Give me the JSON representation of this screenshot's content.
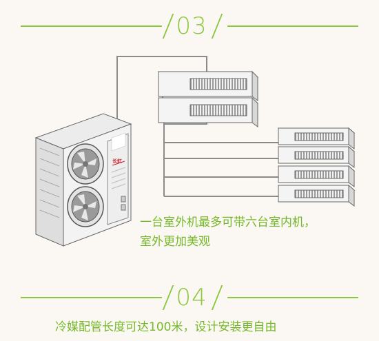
{
  "step_03": {
    "number": "03"
  },
  "step_04": {
    "number": "04"
  },
  "caption_03": {
    "line1": "一台室外机最多可带六台室内机，",
    "line2": "室外更加美观"
  },
  "caption_04": {
    "text": "冷媒配管长度可达100米，设计安装更自由"
  },
  "outdoor_unit": {
    "brand_text": "长虹"
  },
  "colors": {
    "accent_green": "#8cc63f",
    "text_green": "#76b82a",
    "line_gray": "#7a7a7a",
    "background": "#fbf8f3"
  }
}
